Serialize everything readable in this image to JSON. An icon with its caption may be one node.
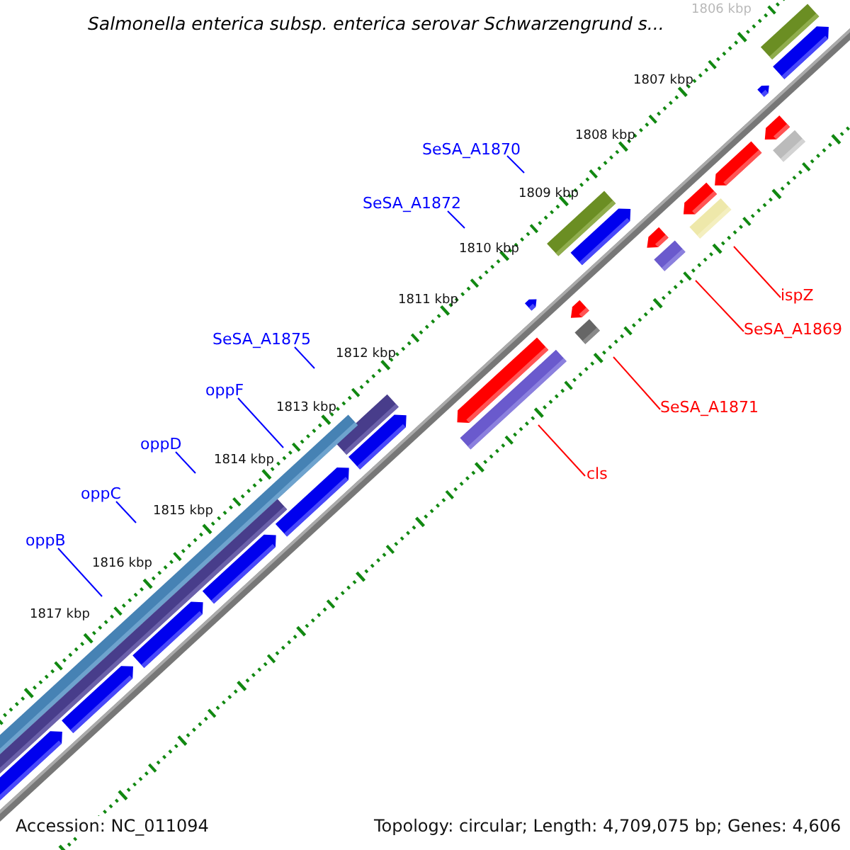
{
  "diagram": {
    "title": "Salmonella enterica subsp. enterica serovar Schwarzengrund s...",
    "nodes": [
      {
        "text": [
          "SeSA_A1870"
        ]
      },
      {
        "text": [
          "SeSA_A1872"
        ]
      },
      {
        "text": [
          "SeSA_A1875"
        ]
      },
      {
        "text": [
          "oppF"
        ]
      },
      {
        "text": [
          "oppD"
        ]
      },
      {
        "text": [
          "oppC"
        ]
      },
      {
        "text": [
          "oppB"
        ]
      },
      {
        "text": [
          "ispZ"
        ]
      },
      {
        "text": [
          "SeSA_A1869"
        ]
      },
      {
        "text": [
          "SeSA_A1871"
        ]
      },
      {
        "text": [
          "cls"
        ]
      }
    ],
    "edges": [
      {
        "from": 0,
        "to": null,
        "arrow": "none"
      },
      {
        "from": 1,
        "to": null,
        "arrow": "none"
      },
      {
        "from": 2,
        "to": null,
        "arrow": "none"
      },
      {
        "from": 3,
        "to": null,
        "arrow": "none"
      },
      {
        "from": 4,
        "to": null,
        "arrow": "none"
      },
      {
        "from": 5,
        "to": null,
        "arrow": "none"
      },
      {
        "from": 6,
        "to": null,
        "arrow": "none"
      },
      {
        "from": 7,
        "to": null,
        "arrow": "none",
        "color": "#ff0000"
      },
      {
        "from": 8,
        "to": null,
        "arrow": "none",
        "color": "#ff0000"
      },
      {
        "from": 9,
        "to": null,
        "arrow": "none",
        "color": "#ff0000"
      },
      {
        "from": 10,
        "to": null,
        "arrow": "none",
        "color": "#ff0000"
      }
    ],
    "labels": [
      "1806 kbp",
      "1807 kbp",
      "1808 kbp",
      "1809 kbp",
      "1810 kbp",
      "1811 kbp",
      "1812 kbp",
      "1813 kbp",
      "1814 kbp",
      "1815 kbp",
      "1816 kbp",
      "1817 kbp",
      "Accession: NC_011094",
      "Topology: circular; Length: 4,709,075 bp; Genes: 4,606"
    ]
  }
}
